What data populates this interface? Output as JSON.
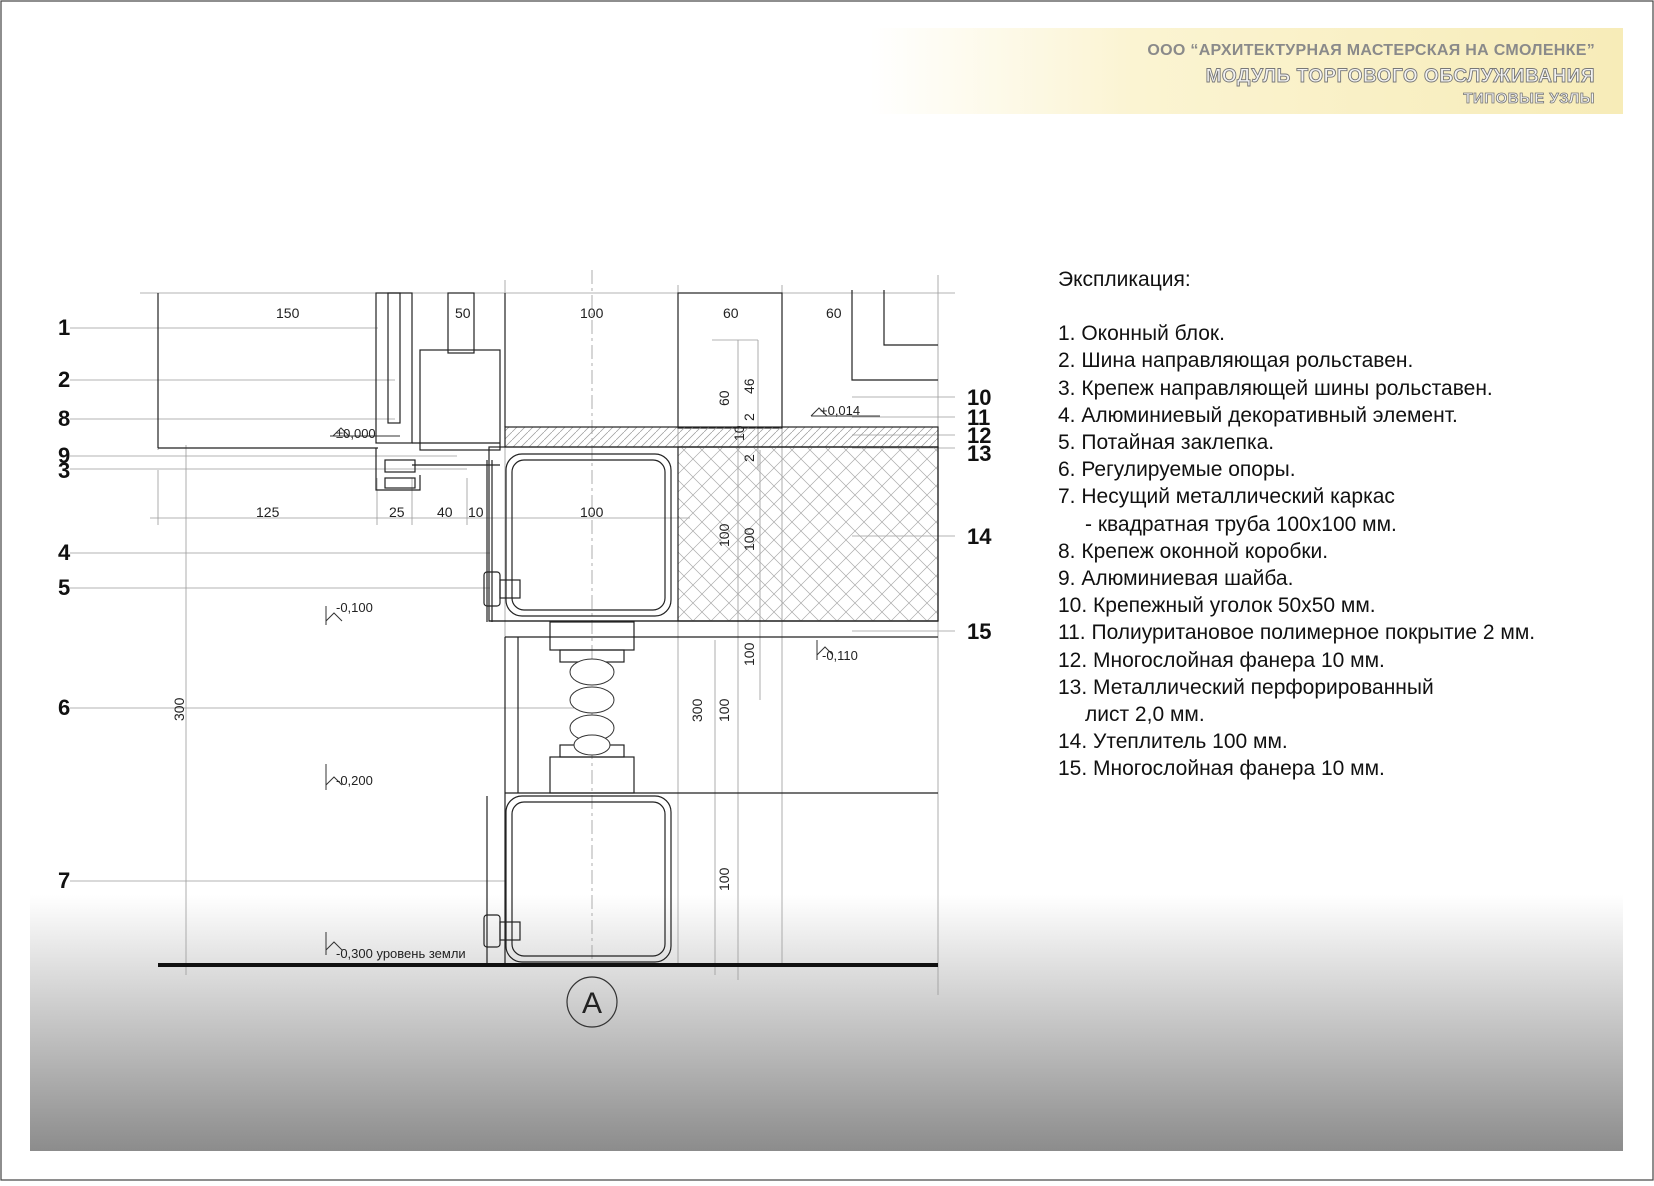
{
  "title_block": {
    "company": "ООО “АРХИТЕКТУРНАЯ МАСТЕРСКАЯ НА СМОЛЕНКЕ”",
    "project": "МОДУЛЬ ТОРГОВОГО ОБСЛУЖИВАНИЯ",
    "sheet": "ТИПОВЫЕ УЗЛЫ"
  },
  "legend": {
    "title": "Экспликация:",
    "items": [
      {
        "text": "1. Оконный блок."
      },
      {
        "text": "2. Шина направляющая рольставен."
      },
      {
        "text": "3. Крепеж направляющей шины рольставен."
      },
      {
        "text": "4. Алюминиевый декоративный элемент."
      },
      {
        "text": "5. Потайная заклепка."
      },
      {
        "text": "6. Регулируемые опоры."
      },
      {
        "text": "7. Несущий металлический каркас",
        "cont": "- квадратная труба 100х100 мм."
      },
      {
        "text": "8. Крепеж оконной коробки."
      },
      {
        "text": "9. Алюминиевая шайба."
      },
      {
        "text": "10. Крепежный уголок 50х50 мм."
      },
      {
        "text": "11. Полиуританoвое полимерное покрытие 2 мм."
      },
      {
        "text": "12. Многослойная фанера 10 мм."
      },
      {
        "text": "13. Металлический перфорированный",
        "cont": "лист 2,0 мм."
      },
      {
        "text": "14. Утеплитель 100 мм."
      },
      {
        "text": "15. Многослойная фанера 10 мм."
      }
    ]
  },
  "callouts": {
    "left": [
      "1",
      "2",
      "8",
      "9",
      "3",
      "4",
      "5",
      "6",
      "7"
    ],
    "right": [
      "10",
      "11",
      "12",
      "13",
      "14",
      "15"
    ]
  },
  "dimensions": {
    "top_row": [
      "150",
      "50",
      "100",
      "60",
      "60"
    ],
    "lower_row": [
      "125",
      "25",
      "40",
      "10",
      "100"
    ],
    "small_vertical": [
      "60",
      "46",
      "2",
      "10",
      "2"
    ],
    "vertical": [
      "100",
      "100",
      "100",
      "300",
      "100",
      "100",
      "300"
    ]
  },
  "levels": {
    "zero": "±0,000",
    "plus_014": "+0,014",
    "minus_100": "-0,100",
    "minus_110": "-0,110",
    "minus_200": "-0,200",
    "ground": "-0,300 уровень земли"
  },
  "axis_label": "А",
  "colors": {
    "line": "#222222",
    "dim_line": "#9a9a9a",
    "hatch": "#aaaaaa",
    "title_bg": "#f7ecb8",
    "bottom_gray": "#8c8c8c"
  }
}
